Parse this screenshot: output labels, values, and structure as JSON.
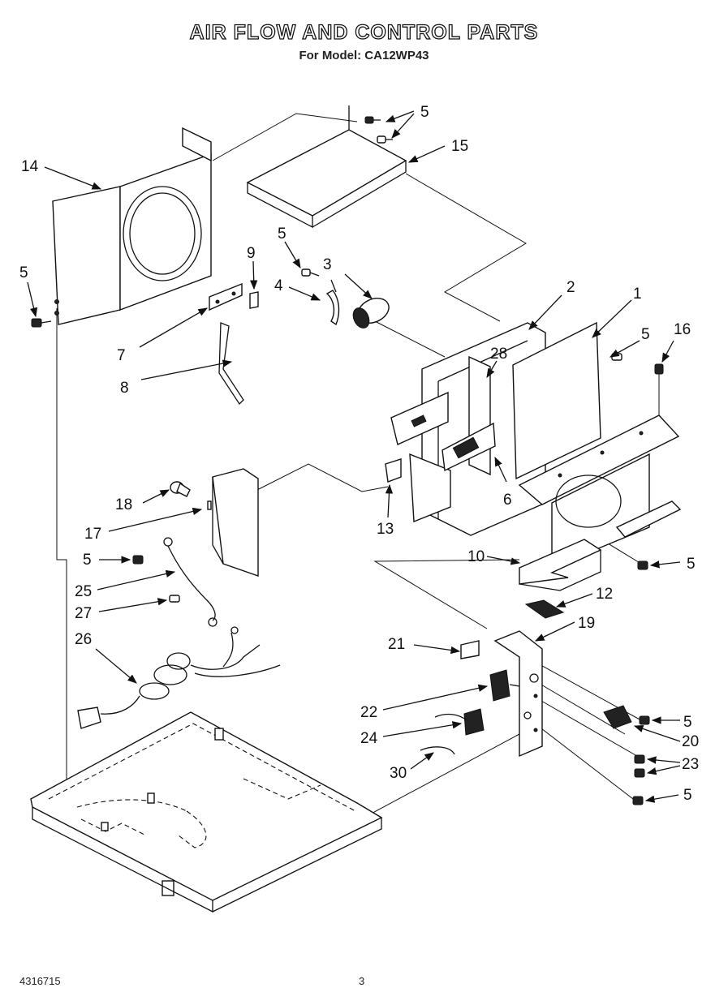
{
  "header": {
    "title": "AIR FLOW AND CONTROL PARTS",
    "subtitle": "For Model: CA12WP43"
  },
  "footer": {
    "doc_number": "4316715",
    "page_number": "3"
  },
  "callouts": {
    "c1": "1",
    "c2": "2",
    "c3": "3",
    "c4": "4",
    "c5a": "5",
    "c5b": "5",
    "c5c": "5",
    "c5d": "5",
    "c5e": "5",
    "c5f": "5",
    "c5g": "5",
    "c5h": "5",
    "c6": "6",
    "c7": "7",
    "c8": "8",
    "c9": "9",
    "c10": "10",
    "c12": "12",
    "c13": "13",
    "c14": "14",
    "c15": "15",
    "c16": "16",
    "c17": "17",
    "c18": "18",
    "c19": "19",
    "c20": "20",
    "c21": "21",
    "c22": "22",
    "c23": "23",
    "c24": "24",
    "c25": "25",
    "c26": "26",
    "c27": "27",
    "c28": "28",
    "c30": "30"
  }
}
